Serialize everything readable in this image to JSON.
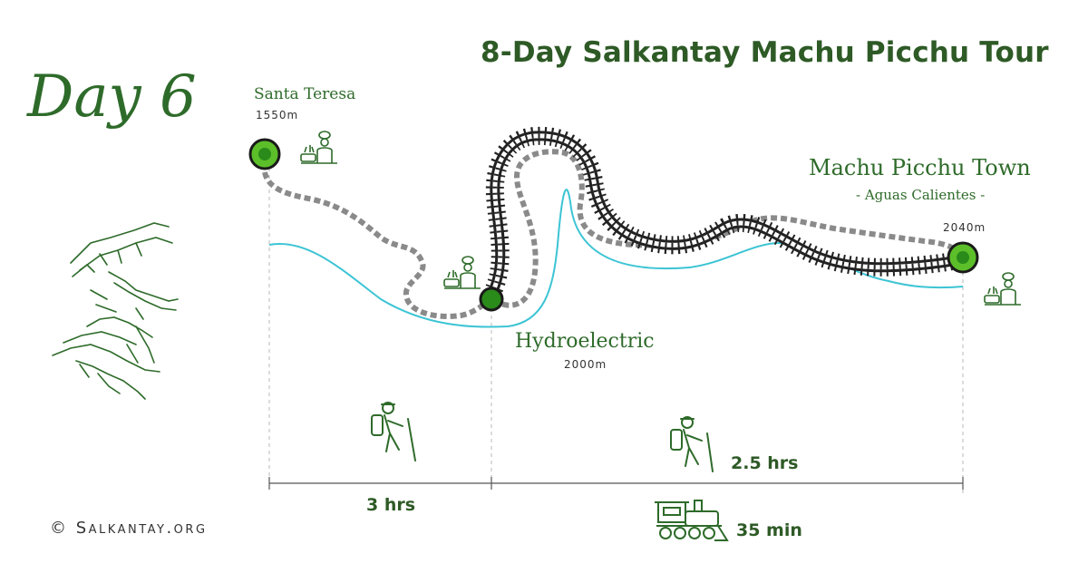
{
  "title": "8-Day Salkantay Machu Picchu Tour",
  "day_label": "Day 6",
  "copyright": "© Salkantay.org",
  "locations": {
    "start": {
      "name": "Santa Teresa",
      "elevation": "1550m"
    },
    "mid": {
      "name": "Hydroelectric",
      "elevation": "2000m"
    },
    "end": {
      "name": "Machu Picchu Town",
      "subtitle": "- Aguas Calientes -",
      "elevation": "2040m"
    }
  },
  "segments": {
    "hike1": "3 hrs",
    "hike2": "2.5 hrs",
    "train": "35 min"
  },
  "colors": {
    "brand_green": "#2e5a26",
    "node_green": "#5cbf2a",
    "river": "#3cc4d4",
    "trail": "#8a8a8a",
    "rail": "#222222"
  },
  "icons": [
    "chef-icon",
    "hiker-icon",
    "train-icon",
    "mountain-sketch-icon"
  ]
}
